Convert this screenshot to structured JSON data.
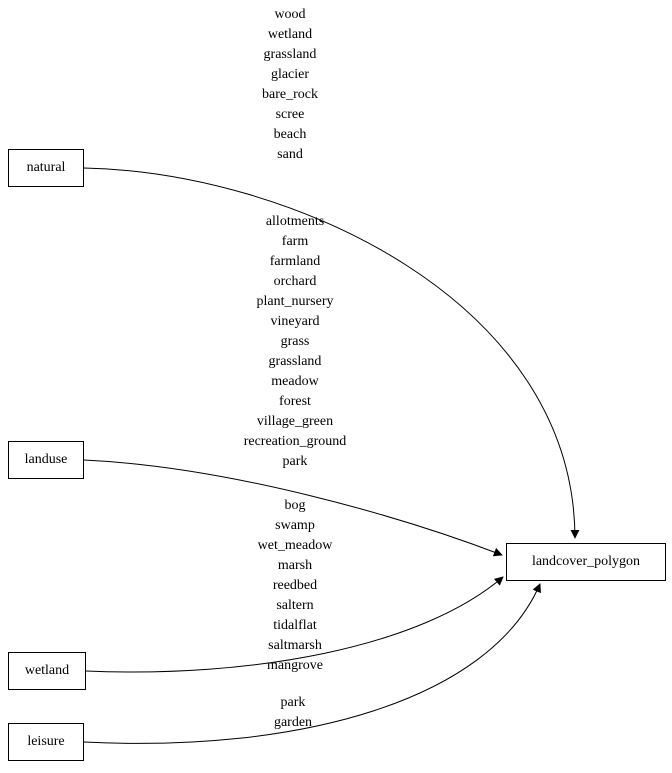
{
  "diagram": {
    "background_color": "#ffffff",
    "stroke_color": "#000000",
    "text_color": "#000000",
    "nodes": {
      "natural": {
        "label": "natural"
      },
      "landuse": {
        "label": "landuse"
      },
      "wetland": {
        "label": "wetland"
      },
      "leisure": {
        "label": "leisure"
      },
      "landcover_polygon": {
        "label": "landcover_polygon"
      }
    },
    "edges": [
      {
        "from": "natural",
        "to": "landcover_polygon",
        "labels": [
          "wood",
          "wetland",
          "grassland",
          "glacier",
          "bare_rock",
          "scree",
          "beach",
          "sand"
        ]
      },
      {
        "from": "landuse",
        "to": "landcover_polygon",
        "labels": [
          "allotments",
          "farm",
          "farmland",
          "orchard",
          "plant_nursery",
          "vineyard",
          "grass",
          "grassland",
          "meadow",
          "forest",
          "village_green",
          "recreation_ground",
          "park"
        ]
      },
      {
        "from": "wetland",
        "to": "landcover_polygon",
        "labels": [
          "bog",
          "swamp",
          "wet_meadow",
          "marsh",
          "reedbed",
          "saltern",
          "tidalflat",
          "saltmarsh",
          "mangrove"
        ]
      },
      {
        "from": "leisure",
        "to": "landcover_polygon",
        "labels": [
          "park",
          "garden"
        ]
      }
    ]
  }
}
